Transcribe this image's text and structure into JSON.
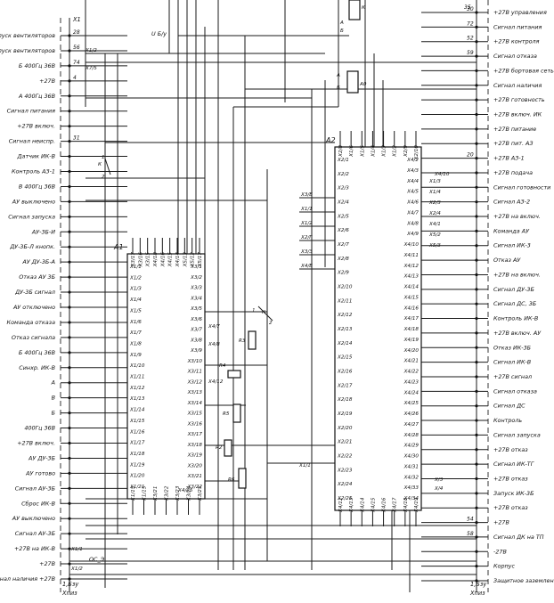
{
  "left_labels": [
    "Запуск вентиляторов",
    "Запуск вентиляторов",
    "Б 400Гц 36В",
    "+27В",
    "А 400Гц 36В",
    "Сигнал питания",
    "+27В включ.",
    "Сигнал неиспр.",
    "Датчик ИК-В",
    "Контроль АЗ-1",
    "В 400Гц 36В",
    "АУ выключено",
    "Сигнал запуска",
    "АУ-3Б-И",
    "ДУ-3Б-Л кнопк.",
    "АУ ДУ-3Б-А",
    "Отказ АУ 3Б",
    "ДУ-3Б сигнал",
    "АУ отключено",
    "Команда отказа",
    "Отказ сигнала",
    "Б 400Гц 36В",
    "Синхр. ИК-В",
    "А",
    "В",
    "Б",
    "400Гц 36В",
    "+27В включ.",
    "АУ ДУ-3Б",
    "АУ готово",
    "Сигнал АУ-3Б",
    "Сброс ИК-В",
    "АУ выключено",
    "Сигнал АУ-3Б",
    "+27В на ИК-В",
    "+27В",
    "Сигнал наличия +27В"
  ],
  "right_labels": [
    "+27В управления",
    "Сигнал питания",
    "+27В контроля",
    "Сигнал отказа",
    "+27В бортовая сеть",
    "Сигнал наличия",
    "+27В готовность",
    "+27В включ. ИК",
    "+27В питание",
    "+27В пит. АЗ",
    "+27В АЗ-1",
    "+27В подача",
    "Сигнал готовности",
    "Сигнал АЗ-2",
    "+27В на включ.",
    "Команда АУ",
    "Сигнал ИК-3",
    "Отказ АУ",
    "+27В на включ.",
    "Сигнал ДУ-3Б",
    "Сигнал ДС, 3Б",
    "Контроль ИК-В",
    "+27В включ. АУ",
    "Отказ ИК-3Б",
    "Сигнал ИК-В",
    "+27В сигнал",
    "Сигнал отказа",
    "Сигнал ДС",
    "Контроль",
    "Сигнал запуска",
    "+27В отказ",
    "Сигнал ИК-ТГ",
    "+27В отказ",
    "Запуск ИК-3Б",
    "+27В отказ",
    "+27В",
    "Сигнал ДК на ТП",
    "-27В",
    "Корпус",
    "Защитное заземление"
  ],
  "left_pin_numbers": [
    "28",
    "56",
    "74",
    "4",
    "",
    "",
    "",
    "31",
    "",
    "",
    "",
    "",
    "",
    "",
    "",
    "",
    "",
    "",
    "",
    "",
    "",
    "",
    "",
    "",
    "",
    "",
    "",
    "",
    "",
    "",
    "",
    "",
    "",
    "",
    "",
    "",
    ""
  ],
  "right_pin_numbers": [
    "30",
    "72",
    "52",
    "59",
    "",
    "",
    "",
    "",
    "",
    "",
    "20",
    "",
    "",
    "",
    "",
    "",
    "",
    "",
    "",
    "",
    "",
    "",
    "",
    "",
    "",
    "",
    "",
    "",
    "",
    "",
    "",
    "",
    "",
    "",
    "",
    "54",
    "58",
    "",
    "",
    ""
  ],
  "block_a1": {
    "name": "А1",
    "top_pins": [
      "Х3/17",
      "Х3/16",
      "Х3/15",
      "Х4/18",
      "Х4/16",
      "Х4/15",
      "Х4/14",
      "Х5/13",
      "Х5/12",
      "Х5/17"
    ],
    "left_pins": [
      "Х1/1",
      "Х1/2",
      "Х1/3",
      "Х1/4",
      "Х1/5",
      "Х1/6",
      "Х1/7",
      "Х1/8",
      "Х1/9",
      "Х1/10",
      "Х1/11",
      "Х1/12",
      "Х1/13",
      "Х1/14",
      "Х1/15",
      "Х1/16",
      "Х1/17",
      "Х1/18",
      "Х1/19",
      "Х1/20",
      "Х1/21"
    ],
    "right_pins": [
      "Х3/1",
      "Х3/2",
      "Х3/3",
      "Х3/4",
      "Х3/5",
      "Х3/6",
      "Х3/7",
      "Х3/8",
      "Х3/9",
      "Х3/10",
      "Х3/11",
      "Х3/12",
      "Х3/13",
      "Х3/14",
      "Х3/15",
      "Х3/16",
      "Х3/17",
      "Х3/18",
      "Х3/19",
      "Х3/20",
      "Х3/21",
      "Х3/22"
    ],
    "bottom_pins": [
      "Х1/15",
      "Х1/15",
      "Х3/21",
      "Х3/22",
      "Х3/23",
      "Х3/24",
      "Х3/25"
    ]
  },
  "block_a2": {
    "name": "А2",
    "top_pins": [
      "Х2/8",
      "Х1/6",
      "Х1/5",
      "Х1/4",
      "Х1/3",
      "Х1/2",
      "Х2/9",
      "Х2/10"
    ],
    "left_pins": [
      "Х2/1",
      "Х2/2",
      "Х2/3",
      "Х2/4",
      "Х2/5",
      "Х2/6",
      "Х2/7",
      "Х2/8",
      "Х2/9",
      "Х2/10",
      "Х2/11",
      "Х2/12",
      "Х2/13",
      "Х2/14",
      "Х2/15",
      "Х2/16",
      "Х2/17",
      "Х2/18",
      "Х2/19",
      "Х2/20",
      "Х2/21",
      "Х2/22",
      "Х2/23",
      "Х2/24",
      "Х2/25"
    ],
    "right_pins": [
      "Х4/2",
      "Х4/3",
      "Х4/4",
      "Х4/5",
      "Х4/6",
      "Х4/7",
      "Х4/8",
      "Х4/9",
      "Х4/10",
      "Х4/11",
      "Х4/12",
      "Х4/13",
      "Х4/14",
      "Х4/15",
      "Х4/16",
      "Х4/17",
      "Х4/18",
      "Х4/19",
      "Х4/20",
      "Х4/21",
      "Х4/22",
      "Х4/23",
      "Х4/24",
      "Х4/25",
      "Х4/26",
      "Х4/27",
      "Х4/28",
      "Х4/29",
      "Х4/30",
      "Х4/31",
      "Х4/32",
      "Х4/33",
      "Х4/34"
    ],
    "bottom_pins": [
      "Х4/12",
      "Х4/13",
      "Х4/14",
      "Х4/15",
      "Х4/16",
      "Х4/17",
      "Х4/18",
      "Х4/19"
    ]
  },
  "connectors_left": [
    "Х3/Б",
    "Х1/1",
    "Х1/2",
    "Х2/Г",
    "Х3/3",
    "Х4/Б"
  ],
  "connectors_right": [
    "Х1/3",
    "Х1/4",
    "Х2/3",
    "Х2/4",
    "Х4/1",
    "Х5/2",
    "Х5/3"
  ],
  "relays": [
    {
      "name": "К",
      "pins": [
        "А",
        "Б"
      ]
    },
    {
      "name": "А0",
      "pins": [
        "А",
        "Б"
      ]
    },
    {
      "name": "К",
      "pins": [
        "1",
        "2"
      ]
    },
    {
      "name": "К",
      "pins": [
        "1",
        "2"
      ]
    }
  ],
  "resistors": [
    "R3",
    "R4",
    "R5",
    "R6",
    "R2"
  ],
  "misc_labels": {
    "top_center": "U Б/у",
    "bottom_center": "ОС_Э",
    "top_right_num": "35",
    "left_rail_top": "Х1",
    "left_rail_bottom": "Х1/1",
    "left_rail_bottom2": "Х1/2",
    "right_rail_top": "Х4/10",
    "right_rail_bottom": "Х/3",
    "right_rail_bottom2": "Х/4",
    "bottom_left_a": "1,Бзу",
    "bottom_left_b": "Хпиз",
    "bottom_right_a": "1,Бзу",
    "bottom_right_b": "Хпиз",
    "connector_mid": "Х7/5",
    "connector_mid2": "Х1/2",
    "block_a1_pin_marker": "Х4/25",
    "res_a": "Х4/7",
    "res_b": "Х4/8",
    "res_c": "Х4/12",
    "res_d": "Х1/1"
  }
}
